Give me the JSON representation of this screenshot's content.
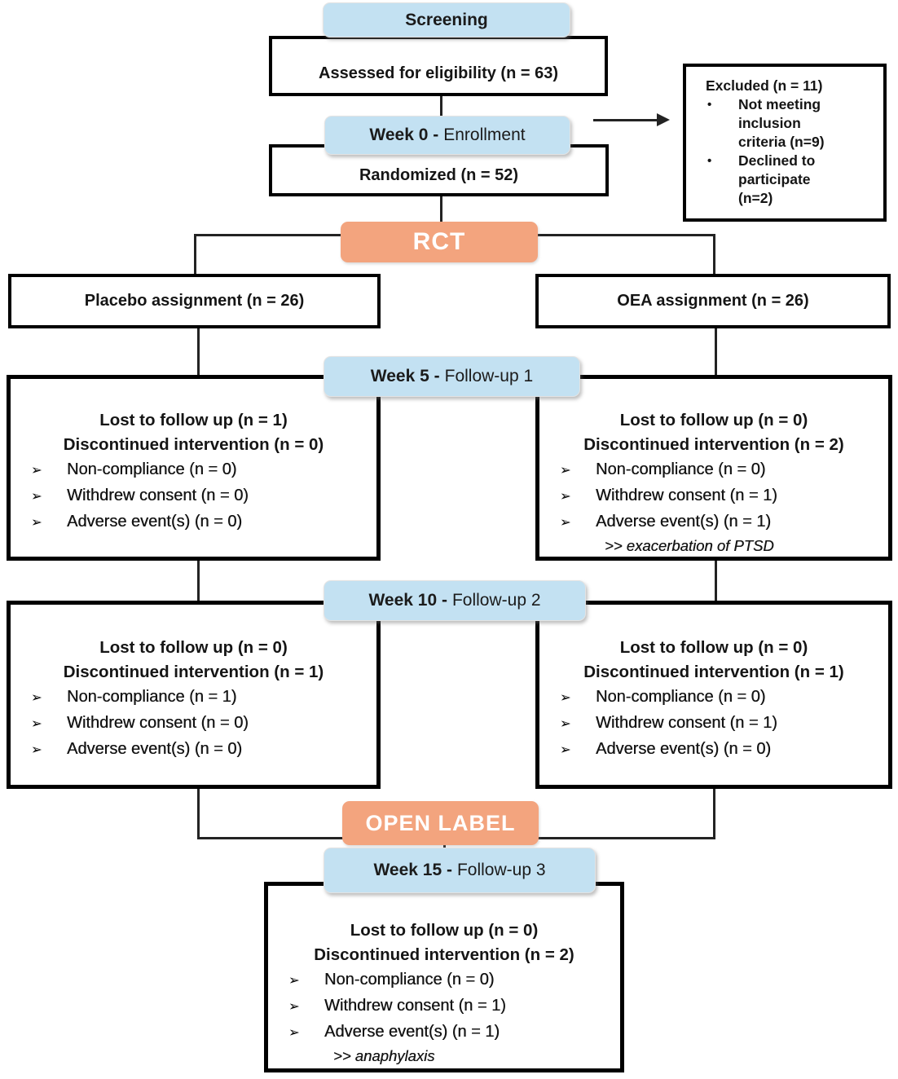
{
  "palette": {
    "badge_blue": "#c3e1f2",
    "badge_orange": "#f3a47e",
    "box_border": "#000000",
    "connector": "#232323"
  },
  "bullet_marker": "➢",
  "excl_marker": "•",
  "stages": {
    "screening": {
      "label": "Screening"
    },
    "assessed": {
      "label": "Assessed for eligibility (n = 63)"
    },
    "week0": {
      "bold": "Week 0 -",
      "rest": "Enrollment"
    },
    "randomized": {
      "label": "Randomized (n = 52)"
    },
    "excluded": {
      "title": "Excluded (n = 11)",
      "items": [
        {
          "text": "Not meeting inclusion criteria (n=9)"
        },
        {
          "text": "Declined to participate (n=2)"
        }
      ]
    },
    "rct": {
      "label": "RCT"
    },
    "placebo": {
      "label": "Placebo assignment (n = 26)"
    },
    "oea": {
      "label": "OEA assignment (n = 26)"
    },
    "open_label": {
      "label": "OPEN LABEL"
    }
  },
  "followup1": {
    "badge": {
      "bold": "Week 5 -",
      "rest": "Follow-up 1"
    },
    "left": {
      "line1": "Lost to follow up (n = 1)",
      "line2": "Discontinued intervention (n = 0)",
      "bullets": [
        "Non-compliance (n = 0)",
        "Withdrew consent (n = 0)",
        "Adverse event(s) (n = 0)"
      ]
    },
    "right": {
      "line1": "Lost to follow up (n = 0)",
      "line2": "Discontinued intervention (n = 2)",
      "bullets": [
        "Non-compliance (n = 0)",
        "Withdrew consent (n = 1)",
        "Adverse event(s) (n = 1)"
      ],
      "note": ">> exacerbation of PTSD"
    }
  },
  "followup2": {
    "badge": {
      "bold": "Week 10 -",
      "rest": "Follow-up 2"
    },
    "left": {
      "line1": "Lost to follow up (n = 0)",
      "line2": "Discontinued intervention (n = 1)",
      "bullets": [
        "Non-compliance (n = 1)",
        "Withdrew consent (n = 0)",
        "Adverse event(s) (n = 0)"
      ]
    },
    "right": {
      "line1": "Lost to follow up (n = 0)",
      "line2": "Discontinued intervention (n = 1)",
      "bullets": [
        "Non-compliance (n = 0)",
        "Withdrew consent (n = 1)",
        "Adverse event(s) (n = 0)"
      ]
    }
  },
  "followup3": {
    "badge": {
      "bold": "Week 15 -",
      "rest": "Follow-up 3"
    },
    "center": {
      "line1": "Lost to follow up (n = 0)",
      "line2": "Discontinued intervention (n = 2)",
      "bullets": [
        "Non-compliance (n = 0)",
        "Withdrew consent (n = 1)",
        "Adverse event(s) (n = 1)"
      ],
      "note": ">> anaphylaxis"
    }
  }
}
